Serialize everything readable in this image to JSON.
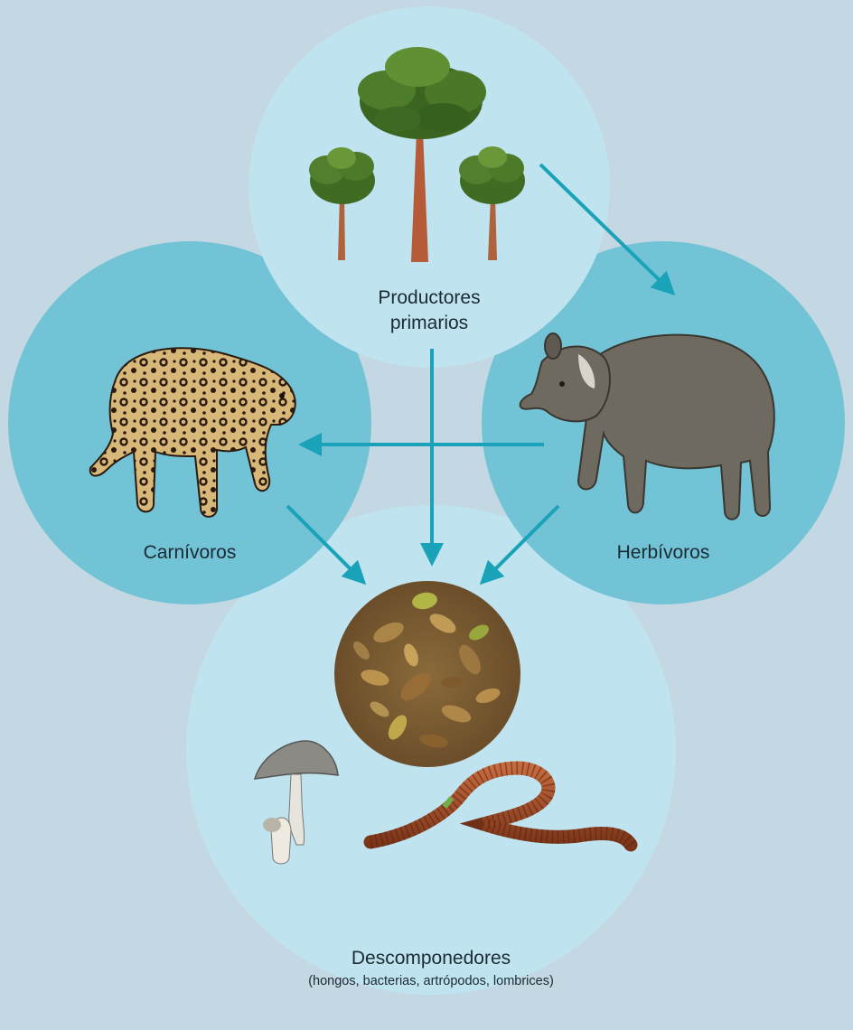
{
  "colors": {
    "background": "#c4d8e4",
    "producers_circle": "#bfe4ef",
    "consumer_circle": "#72c3d6",
    "decomposer_circle": "#bfe4ef",
    "arrow": "#1aa3b8"
  },
  "nodes": {
    "producers": {
      "label_line1": "Productores",
      "label_line2": "primarios",
      "image": "trees"
    },
    "herbivores": {
      "label": "Herbívoros",
      "image": "tapir"
    },
    "carnivores": {
      "label": "Carnívoros",
      "image": "jaguar"
    },
    "decomposers": {
      "label": "Descomponedores",
      "sublabel": "(hongos, bacterias, artrópodos, lombrices)",
      "images": [
        "leaf-litter",
        "mushroom",
        "earthworm"
      ]
    }
  },
  "edges": [
    {
      "from": "producers",
      "to": "herbivores"
    },
    {
      "from": "producers",
      "to": "decomposers"
    },
    {
      "from": "herbivores",
      "to": "carnivores"
    },
    {
      "from": "carnivores",
      "to": "decomposers"
    },
    {
      "from": "herbivores",
      "to": "decomposers"
    }
  ]
}
